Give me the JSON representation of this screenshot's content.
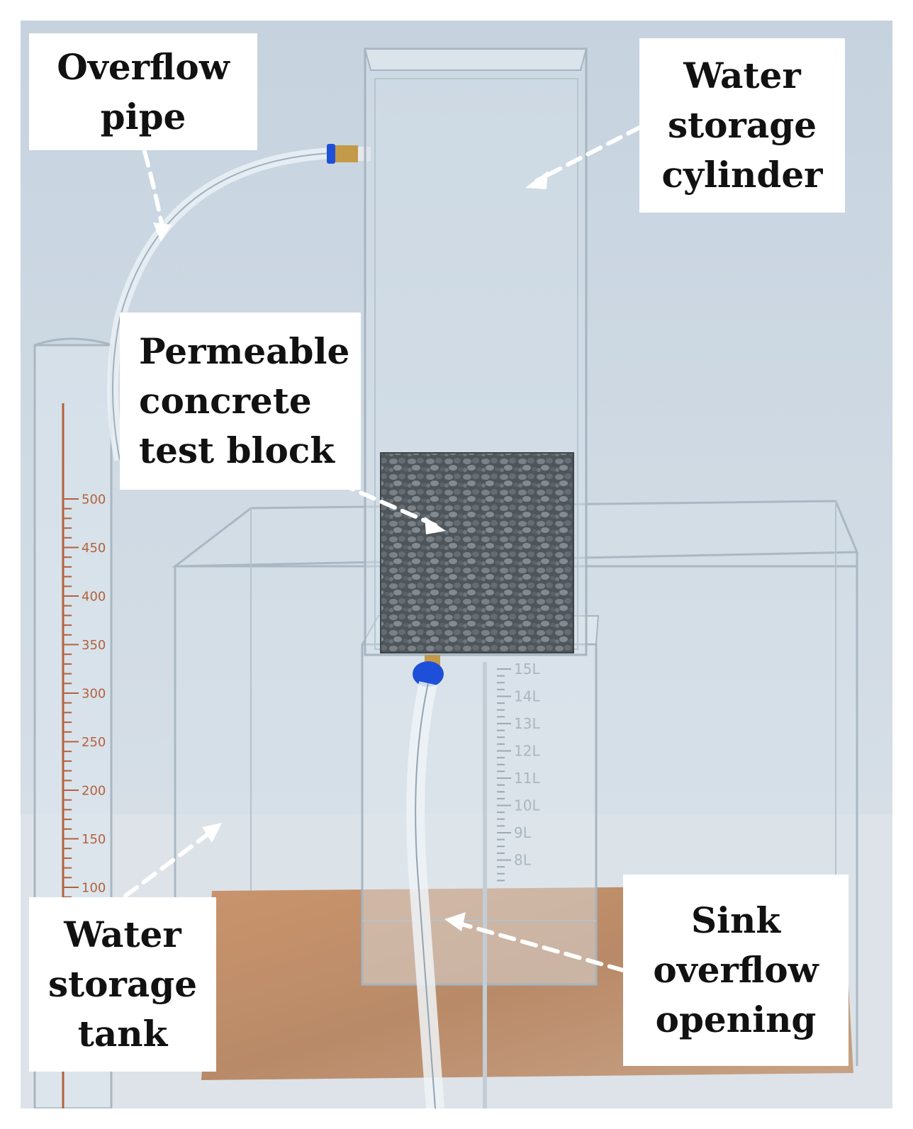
{
  "labels": {
    "overflow_pipe": [
      "Overflow",
      "pipe"
    ],
    "water_storage_cylinder": [
      "Water",
      "storage",
      "cylinder"
    ],
    "permeable_concrete_test_block": [
      "Permeable",
      "concrete",
      "test block"
    ],
    "water_storage_tank": [
      "Water",
      "storage",
      "tank"
    ],
    "sink_overflow_opening": [
      "Sink",
      "overflow",
      "opening"
    ]
  },
  "graduated_cylinder_ticks": [
    "500",
    "450",
    "400",
    "350",
    "300",
    "250",
    "200",
    "150",
    "100"
  ],
  "tank_scale_ticks": [
    "15L",
    "14L",
    "13L",
    "12L",
    "11L",
    "10L",
    "9L",
    "8L"
  ],
  "colors": {
    "background_top": "#c9d6e1",
    "background_bottom": "#dfe6ec",
    "baseboard": "#b98a68",
    "aggregate": "#5a6166",
    "connector_blue": "#1e4fd8",
    "connector_brass": "#c39a4a",
    "label_bg": "#ffffff",
    "arrow": "#ffffff"
  }
}
